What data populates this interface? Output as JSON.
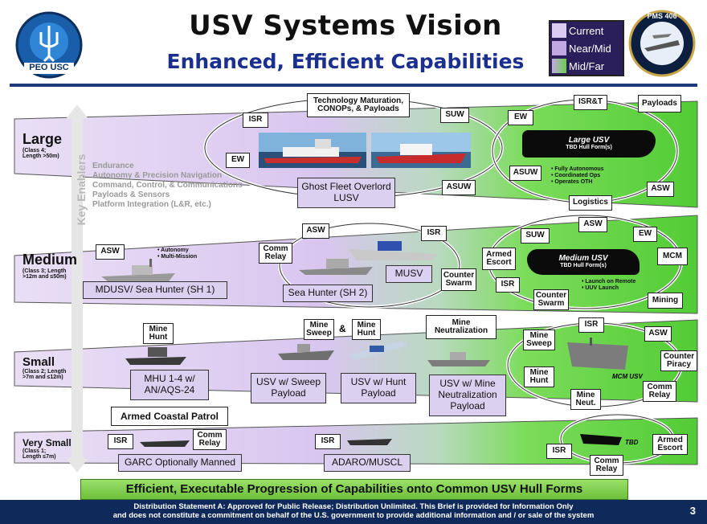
{
  "header": {
    "title": "USV Systems Vision",
    "subtitle": "Enhanced, Efficient Capabilities",
    "left_logo_text": "PEO USC",
    "right_logo_text": "PMS 406"
  },
  "legend": [
    {
      "label": "Current",
      "color": "#d9c8ee"
    },
    {
      "label": "Near/Mid",
      "color": "#c0a8e0"
    },
    {
      "label": "Mid/Far",
      "color": "#6ad04a"
    }
  ],
  "axis_label": "Key Enablers",
  "enablers": [
    "Endurance",
    "Autonomy & Precision Navigation",
    "Command, Control, & Communications",
    "Payloads & Sensors",
    "Platform Integration (L&R, etc.)"
  ],
  "classes": {
    "large": {
      "name": "Large",
      "desc1": "(Class 4;",
      "desc2": "Length >50m)"
    },
    "medium": {
      "name": "Medium",
      "desc1": "(Class 3; Length",
      "desc2": ">12m and ≤50m)"
    },
    "small": {
      "name": "Small",
      "desc1": "(Class 2; Length",
      "desc2": ">7m and ≤12m)"
    },
    "vsmall": {
      "name": "Very Small",
      "desc1": "(Class 1;",
      "desc2": "Length ≤7m)"
    }
  },
  "large": {
    "tech": "Technology Maturation, CONOPs, & Payloads",
    "isr": "ISR",
    "suw": "SUW",
    "ew": "EW",
    "asuw": "ASUW",
    "ghost": "Ghost Fleet Overlord LUSV",
    "isrt": "ISR&T",
    "payloads": "Payloads",
    "ew2": "EW",
    "asuw2": "ASUW",
    "asw": "ASW",
    "logistics": "Logistics",
    "usv_title": "Large USV",
    "usv_sub": "TBD Hull Form(s)",
    "bullets": [
      "• Fully Autonomous",
      "• Coordinated Ops",
      "• Operates OTH"
    ]
  },
  "medium": {
    "asw": "ASW",
    "bullets": [
      "• Autonomy",
      "• Multi-Mission"
    ],
    "mdusv": "MDUSV/ Sea Hunter (SH 1)",
    "asw2": "ASW",
    "comm": "Comm Relay",
    "isr": "ISR",
    "musv": "MUSV",
    "counter": "Counter Swarm",
    "sh2": "Sea Hunter (SH 2)",
    "suw": "SUW",
    "asw3": "ASW",
    "ew": "EW",
    "armed": "Armed Escort",
    "mcm": "MCM",
    "isr2": "ISR",
    "counter2": "Counter Swarm",
    "mining": "Mining",
    "usv_title": "Medium USV",
    "usv_sub": "TBD Hull Form(s)",
    "bullets2": [
      "• Launch on Remote",
      "• UUV Launch"
    ]
  },
  "small": {
    "minehunt": "Mine Hunt",
    "mhu": "MHU 1-4 w/ AN/AQS-24",
    "minesweep": "Mine Sweep",
    "amp": "&",
    "minehunt2": "Mine Hunt",
    "sweep": "USV w/ Sweep Payload",
    "hunt": "USV w/ Hunt Payload",
    "neutlabel": "Mine Neutralization",
    "neut": "USV w/ Mine Neutralization Payload",
    "patrol": "Armed Coastal Patrol",
    "isr": "ISR",
    "minesweep2": "Mine Sweep",
    "asw": "ASW",
    "counterpiracy": "Counter Piracy",
    "minehunt3": "Mine Hunt",
    "mineneut": "Mine Neut.",
    "comm": "Comm Relay",
    "mcmusv": "MCM USV"
  },
  "vsmall": {
    "isr": "ISR",
    "comm": "Comm Relay",
    "garc": "GARC Optionally Manned",
    "isr2": "ISR",
    "adaro": "ADARO/MUSCL",
    "isr3": "ISR",
    "comm2": "Comm Relay",
    "armed": "Armed Escort",
    "tbd": "TBD"
  },
  "banner": "Efficient, Executable Progression of Capabilities onto Common USV Hull Forms",
  "footer": {
    "line1": "Distribution Statement A:  Approved for Public Release; Distribution Unlimited. This Brief is provided for Information Only",
    "line2": "and does not constitute a commitment on behalf of the U.S. government to provide additional information and / or sale of the system",
    "page": "3"
  }
}
